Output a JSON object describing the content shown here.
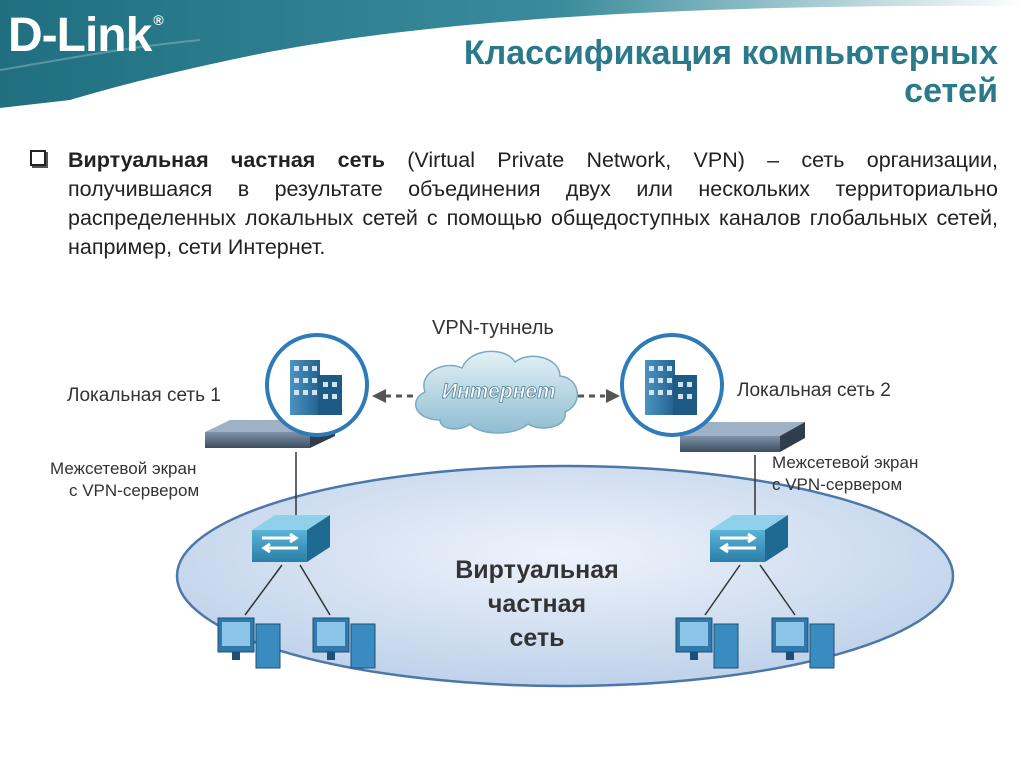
{
  "header": {
    "logo_text": "D-Link",
    "logo_mark": "®",
    "title_line1": "Классификация компьютерных",
    "title_line2": "сетей"
  },
  "definition": {
    "term": "Виртуальная частная сеть",
    "text": " (Virtual Private Network, VPN) – сеть организации, получившаяся в результате объединения двух или нескольких территориально распределенных локальных сетей с помощью общедоступных каналов глобальных сетей, например, сети Интернет."
  },
  "diagram": {
    "tunnel_label": "VPN-туннель",
    "internet_label": "Интернет",
    "lan1_label": "Локальная сеть 1",
    "lan2_label": "Локальная сеть 2",
    "firewall1_line1": "Межсетевой экран",
    "firewall1_line2": "с VPN-сервером",
    "firewall2_line1": "Межсетевой экран",
    "firewall2_line2": "с VPN-сервером",
    "vpn_line1": "Виртуальная",
    "vpn_line2": "частная",
    "vpn_line3": "сеть",
    "icons": [
      "building-icon",
      "cloud-icon",
      "firewall-icon",
      "switch-icon",
      "computer-icon"
    ],
    "colors": {
      "accent": "#2b7a8b",
      "ellipse": "#c5d6eb",
      "switch": "#3d9bc2",
      "building": "#2f78a6",
      "cloud": "#9fc5d8"
    }
  }
}
